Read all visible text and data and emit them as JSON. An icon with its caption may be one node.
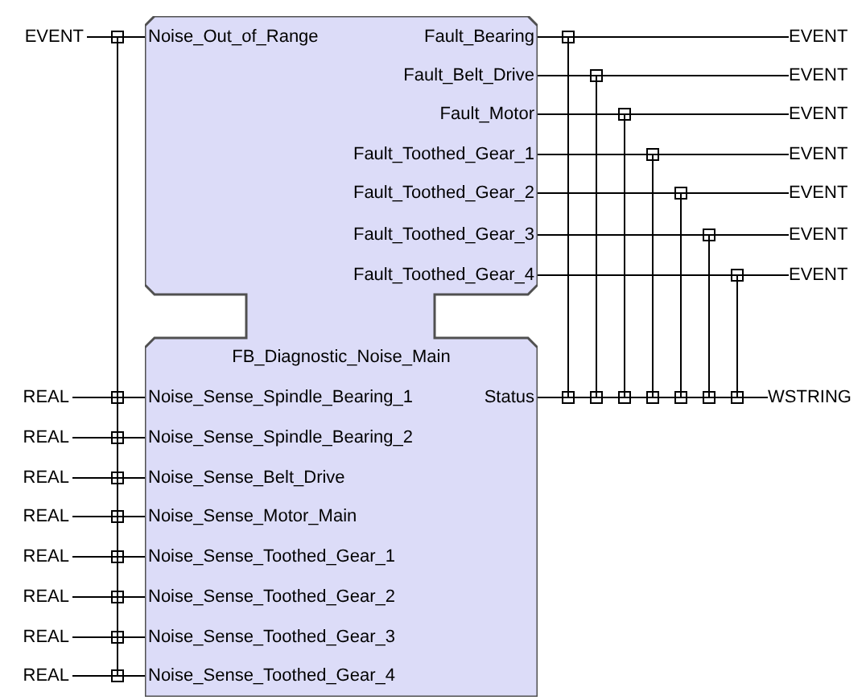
{
  "diagram": {
    "nodes": [
      {
        "text": [
          "FB_Diagnostic_Noise_Main"
        ]
      },
      {
        "text": [
          "Noise_Out_of_Range"
        ],
        "in": 0
      },
      {
        "text": [
          "Fault_Bearing"
        ],
        "in": 0
      },
      {
        "text": [
          "Fault_Belt_Drive"
        ],
        "in": 0
      },
      {
        "text": [
          "Fault_Motor"
        ],
        "in": 0
      },
      {
        "text": [
          "Fault_Toothed_Gear_1"
        ],
        "in": 0
      },
      {
        "text": [
          "Fault_Toothed_Gear_2"
        ],
        "in": 0
      },
      {
        "text": [
          "Fault_Toothed_Gear_3"
        ],
        "in": 0
      },
      {
        "text": [
          "Fault_Toothed_Gear_4"
        ],
        "in": 0
      },
      {
        "text": [
          "Noise_Sense_Spindle_Bearing_1"
        ],
        "in": 0
      },
      {
        "text": [
          "Noise_Sense_Spindle_Bearing_2"
        ],
        "in": 0
      },
      {
        "text": [
          "Noise_Sense_Belt_Drive"
        ],
        "in": 0
      },
      {
        "text": [
          "Noise_Sense_Motor_Main"
        ],
        "in": 0
      },
      {
        "text": [
          "Noise_Sense_Toothed_Gear_1"
        ],
        "in": 0
      },
      {
        "text": [
          "Noise_Sense_Toothed_Gear_2"
        ],
        "in": 0
      },
      {
        "text": [
          "Noise_Sense_Toothed_Gear_3"
        ],
        "in": 0
      },
      {
        "text": [
          "Noise_Sense_Toothed_Gear_4"
        ],
        "in": 0
      },
      {
        "text": [
          "Status"
        ],
        "in": 0
      },
      {
        "text": [
          "EVENT"
        ]
      },
      {
        "text": [
          "EVENT"
        ]
      },
      {
        "text": [
          "EVENT"
        ]
      },
      {
        "text": [
          "EVENT"
        ]
      },
      {
        "text": [
          "EVENT"
        ]
      },
      {
        "text": [
          "EVENT"
        ]
      },
      {
        "text": [
          "EVENT"
        ]
      },
      {
        "text": [
          "EVENT"
        ]
      },
      {
        "text": [
          "REAL"
        ]
      },
      {
        "text": [
          "REAL"
        ]
      },
      {
        "text": [
          "REAL"
        ]
      },
      {
        "text": [
          "REAL"
        ]
      },
      {
        "text": [
          "REAL"
        ]
      },
      {
        "text": [
          "REAL"
        ]
      },
      {
        "text": [
          "REAL"
        ]
      },
      {
        "text": [
          "REAL"
        ]
      },
      {
        "text": [
          "WSTRING"
        ]
      }
    ],
    "edges": [
      {
        "from": 18,
        "to": 1,
        "arrow": "none"
      },
      {
        "from": 2,
        "to": 19,
        "arrow": "none"
      },
      {
        "from": 3,
        "to": 20,
        "arrow": "none"
      },
      {
        "from": 4,
        "to": 21,
        "arrow": "none"
      },
      {
        "from": 5,
        "to": 22,
        "arrow": "none"
      },
      {
        "from": 6,
        "to": 23,
        "arrow": "none"
      },
      {
        "from": 7,
        "to": 24,
        "arrow": "none"
      },
      {
        "from": 8,
        "to": 25,
        "arrow": "none"
      },
      {
        "from": 26,
        "to": 9,
        "arrow": "none"
      },
      {
        "from": 27,
        "to": 10,
        "arrow": "none"
      },
      {
        "from": 28,
        "to": 11,
        "arrow": "none"
      },
      {
        "from": 29,
        "to": 12,
        "arrow": "none"
      },
      {
        "from": 30,
        "to": 13,
        "arrow": "none"
      },
      {
        "from": 31,
        "to": 14,
        "arrow": "none"
      },
      {
        "from": 32,
        "to": 15,
        "arrow": "none"
      },
      {
        "from": 33,
        "to": 16,
        "arrow": "none"
      },
      {
        "from": 17,
        "to": 34,
        "arrow": "none"
      },
      {
        "from": 1,
        "to": 9,
        "arrow": "none"
      },
      {
        "from": 1,
        "to": 10,
        "arrow": "none"
      },
      {
        "from": 1,
        "to": 11,
        "arrow": "none"
      },
      {
        "from": 1,
        "to": 12,
        "arrow": "none"
      },
      {
        "from": 1,
        "to": 13,
        "arrow": "none"
      },
      {
        "from": 1,
        "to": 14,
        "arrow": "none"
      },
      {
        "from": 1,
        "to": 15,
        "arrow": "none"
      },
      {
        "from": 1,
        "to": 16,
        "arrow": "none"
      },
      {
        "from": 2,
        "to": 17,
        "arrow": "none"
      },
      {
        "from": 3,
        "to": 17,
        "arrow": "none"
      },
      {
        "from": 4,
        "to": 17,
        "arrow": "none"
      },
      {
        "from": 5,
        "to": 17,
        "arrow": "none"
      },
      {
        "from": 6,
        "to": 17,
        "arrow": "none"
      },
      {
        "from": 7,
        "to": 17,
        "arrow": "none"
      },
      {
        "from": 8,
        "to": 17,
        "arrow": "none"
      }
    ]
  }
}
